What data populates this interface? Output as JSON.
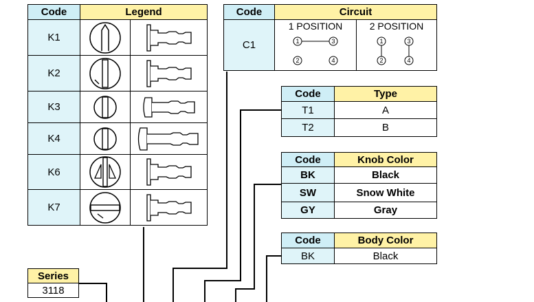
{
  "legend_table": {
    "header_code": "Code",
    "header_legend": "Legend",
    "rows": [
      {
        "code": "K1"
      },
      {
        "code": "K2"
      },
      {
        "code": "K3"
      },
      {
        "code": "K4"
      },
      {
        "code": "K6"
      },
      {
        "code": "K7"
      }
    ]
  },
  "circuit_table": {
    "header_code": "Code",
    "header_circuit": "Circuit",
    "pos1": "1 POSITION",
    "pos2": "2 POSITION",
    "code": "C1",
    "terminals": [
      "1",
      "2",
      "3",
      "4"
    ]
  },
  "type_table": {
    "header_code": "Code",
    "header_type": "Type",
    "rows": [
      {
        "code": "T1",
        "value": "A"
      },
      {
        "code": "T2",
        "value": "B"
      }
    ]
  },
  "knob_table": {
    "header_code": "Code",
    "header_color": "Knob Color",
    "rows": [
      {
        "code": "BK",
        "value": "Black"
      },
      {
        "code": "SW",
        "value": "Snow White"
      },
      {
        "code": "GY",
        "value": "Gray"
      }
    ]
  },
  "body_table": {
    "header_code": "Code",
    "header_color": "Body Color",
    "rows": [
      {
        "code": "BK",
        "value": "Black"
      }
    ]
  },
  "series_box": {
    "header": "Series",
    "value": "3118"
  },
  "colors": {
    "header_code_bg": "#cfeef6",
    "header_title_bg": "#fff2a6",
    "line": "#000000"
  }
}
